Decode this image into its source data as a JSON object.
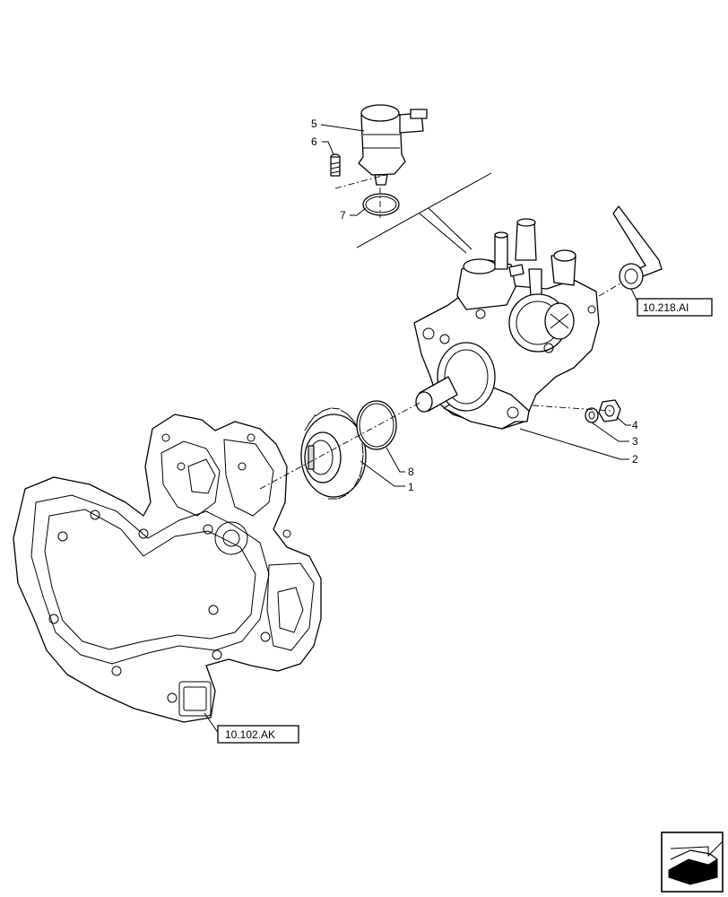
{
  "diagram": {
    "callouts": [
      {
        "id": "1",
        "label": "1"
      },
      {
        "id": "2",
        "label": "2"
      },
      {
        "id": "3",
        "label": "3"
      },
      {
        "id": "4",
        "label": "4"
      },
      {
        "id": "5",
        "label": "5"
      },
      {
        "id": "6",
        "label": "6"
      },
      {
        "id": "7",
        "label": "7"
      },
      {
        "id": "8",
        "label": "8"
      }
    ],
    "references": [
      {
        "id": "ref-fuel-line",
        "label": "10.218.AI"
      },
      {
        "id": "ref-housing",
        "label": "10.102.AK"
      }
    ]
  }
}
